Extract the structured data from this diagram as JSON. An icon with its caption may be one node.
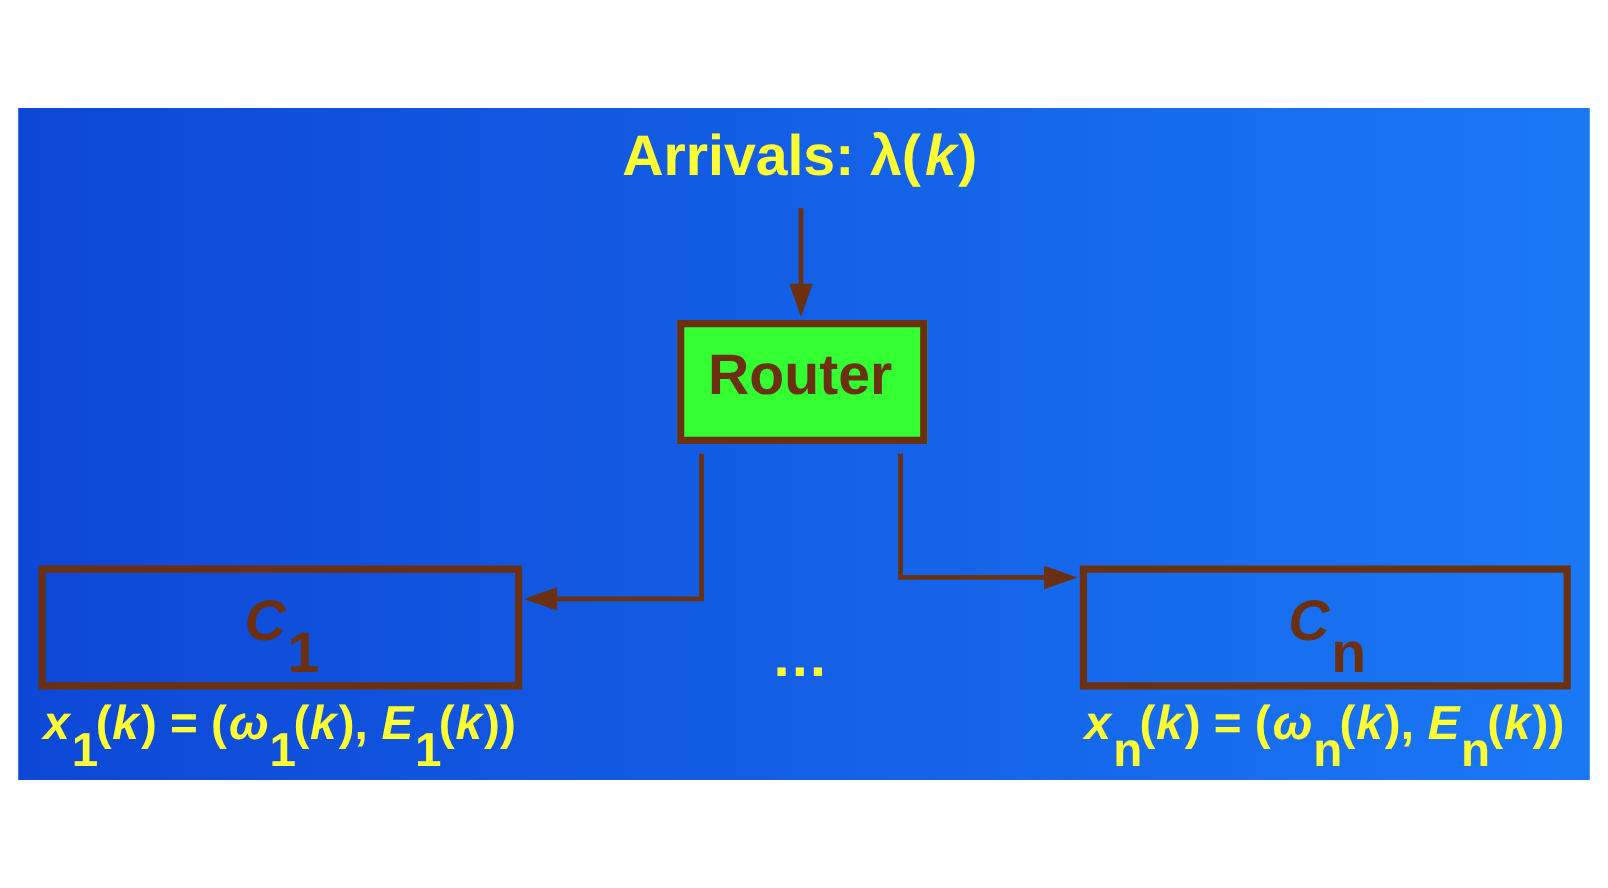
{
  "diagram": {
    "nodes": [
      {
        "text": [
          "Arrivals: λ(*k*)"
        ]
      },
      {
        "text": [
          "Router"
        ]
      },
      {
        "text": [
          "*C*$_{1}$"
        ],
        "beside": [
          "*x*$_{1}$(*k*) = (*ω*$_{1}$(*k*), *E*$_{1}$(*k*))"
        ]
      },
      {
        "text": [
          "*C*$_{n}$"
        ],
        "beside": [
          "*x*$_{n}$(*k*) = (*ω*$_{n}$(*k*), *E*$_{n}$(*k*))"
        ]
      }
    ],
    "edges": [
      {
        "from": 0,
        "to": 1,
        "arrow": "to"
      },
      {
        "from": 1,
        "to": 2,
        "arrow": "to"
      },
      {
        "from": 1,
        "to": 3,
        "arrow": "to"
      }
    ],
    "labels": [
      "…"
    ]
  }
}
